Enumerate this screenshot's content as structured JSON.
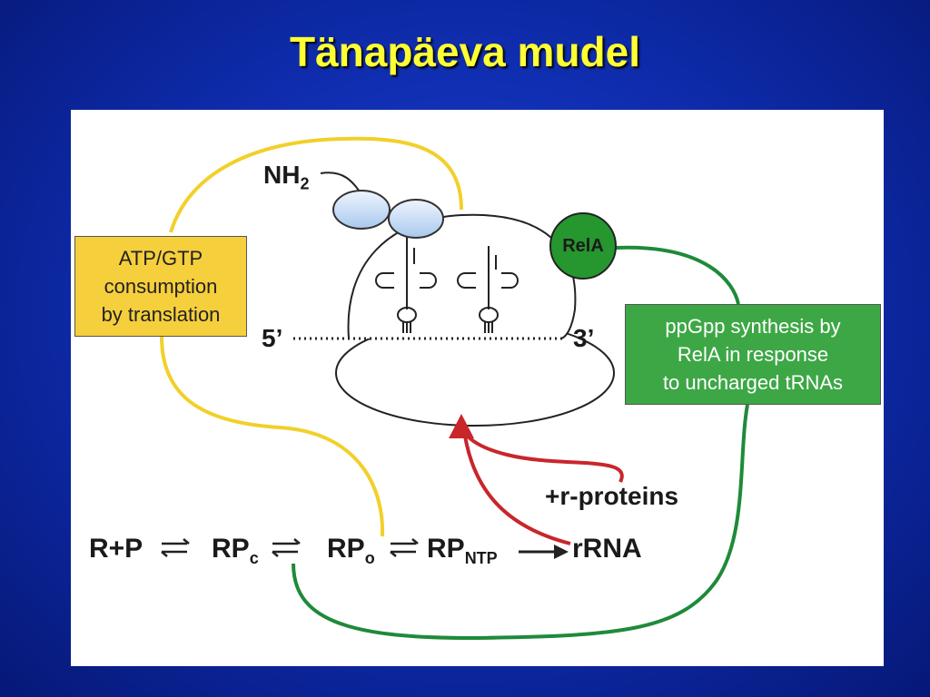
{
  "title": "Tänapäeva mudel",
  "ribosome": {
    "nh2": "NH",
    "nh2_sub": "2",
    "end5": "5’",
    "end3": "3’",
    "rela": "RelA"
  },
  "boxes": {
    "atp": [
      "ATP/GTP",
      "consumption",
      "by translation"
    ],
    "ppgpp": [
      "ppGpp synthesis by",
      "RelA in response",
      "to uncharged tRNAs"
    ]
  },
  "r_proteins": "+r-proteins",
  "pathway": {
    "r_p": "R+P",
    "rp": "RP",
    "sub_c": "c",
    "sub_o": "o",
    "sub_ntp": "NTP",
    "rrna": "rRNA"
  },
  "colors": {
    "background": "#0d2aa8",
    "title": "#ffff33",
    "yellow_loop": "#f2d02a",
    "green_loop": "#1f8a3a",
    "red_arrow": "#c8262b",
    "subunit_fill": "#c6dcf5"
  }
}
